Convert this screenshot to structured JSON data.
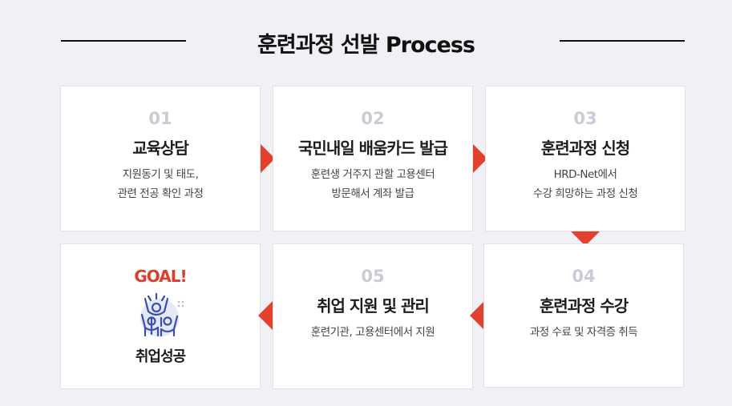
{
  "header": {
    "title": "훈련과정 선발 Process"
  },
  "steps": [
    {
      "num": "01",
      "title": "교육상담",
      "desc1": "지원동기 및 태도,",
      "desc2": "관련 전공 확인 과정"
    },
    {
      "num": "02",
      "title": "국민내일 배움카드 발급",
      "desc1": "훈련생 거주지 관할 고용센터",
      "desc2": "방문해서 계좌 발급"
    },
    {
      "num": "03",
      "title": "훈련과정 신청",
      "desc1": "HRD-Net에서",
      "desc2": "수강 희망하는 과정 신청"
    },
    {
      "num": "04",
      "title": "훈련과정 수강",
      "desc1": "과정 수료 및 자격증 취득"
    },
    {
      "num": "05",
      "title": "취업 지원 및 관리",
      "desc1": "훈련기관, 고용센터에서 지원"
    }
  ],
  "goal": {
    "badge": "GOAL!",
    "label": "취업성공",
    "icon": "celebrating-people-icon"
  },
  "colors": {
    "accent": "#e2412e",
    "goal": "#d9402c",
    "number": "#c9ccd6",
    "background": "#f1f1f5"
  }
}
